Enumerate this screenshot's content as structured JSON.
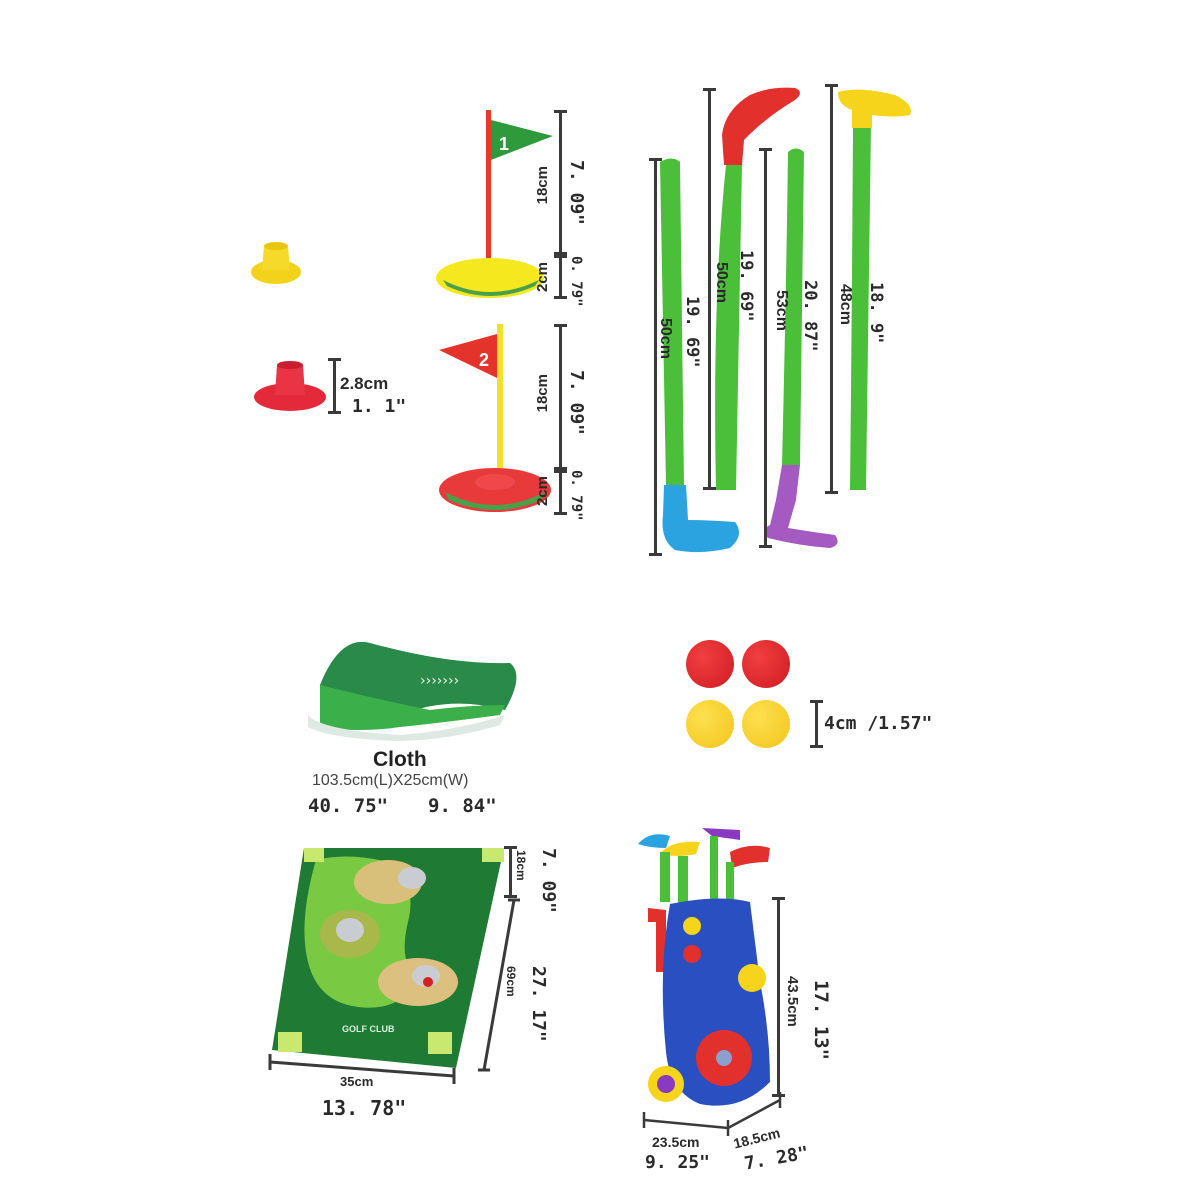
{
  "tees": {
    "yellow_tee": {
      "color": "#f2d21a"
    },
    "red_tee": {
      "color": "#e42a3a",
      "height_cm": "2.8cm",
      "height_in": "1. 1\""
    }
  },
  "flags": [
    {
      "number": "1",
      "flag_color": "#2f9a3b",
      "pole_color": "#e53a2a",
      "base_color": "#f5e81e",
      "pole_cm": "18cm",
      "pole_in": "7. 09\"",
      "base_cm": "2cm",
      "base_in": "0. 79\""
    },
    {
      "number": "2",
      "flag_color": "#e4332b",
      "pole_color": "#f4e02a",
      "base_color": "#e83a3a",
      "pole_cm": "18cm",
      "pole_in": "7. 09\"",
      "base_cm": "2cm",
      "base_in": "0. 79\""
    }
  ],
  "clubs": [
    {
      "head_color": "#2aa3e0",
      "length_cm": "50cm",
      "length_in": "19. 69\""
    },
    {
      "head_color": "#e2302c",
      "length_cm": "50cm",
      "length_in": "19. 69\""
    },
    {
      "head_color": "#a45ac0",
      "length_cm": "53cm",
      "length_in": "20. 87\""
    },
    {
      "head_color": "#f6d41c",
      "length_cm": "48cm",
      "length_in": "18. 9\""
    }
  ],
  "cloth": {
    "title": "Cloth",
    "dimensions_cm": "103.5cm(L)X25cm(W)",
    "length_in": "40. 75\"",
    "width_in": "9. 84\""
  },
  "balls": {
    "colors": [
      "#e3242b",
      "#e3242b",
      "#f7cd2a",
      "#f7cd2a"
    ],
    "diameter": "4cm /1.57\""
  },
  "putting_mat": {
    "logo_text": "GOLF CLUB",
    "top_cm": "18cm",
    "top_in": "7. 09\"",
    "side_cm": "69cm",
    "side_in": "27. 17\"",
    "width_cm": "35cm",
    "width_in": "13. 78\""
  },
  "golf_cart": {
    "height_cm": "43.5cm",
    "height_in": "17. 13\"",
    "width_cm": "23.5cm",
    "width_in": "9. 25\"",
    "depth_cm": "18.5cm",
    "depth_in": "7. 28\""
  }
}
